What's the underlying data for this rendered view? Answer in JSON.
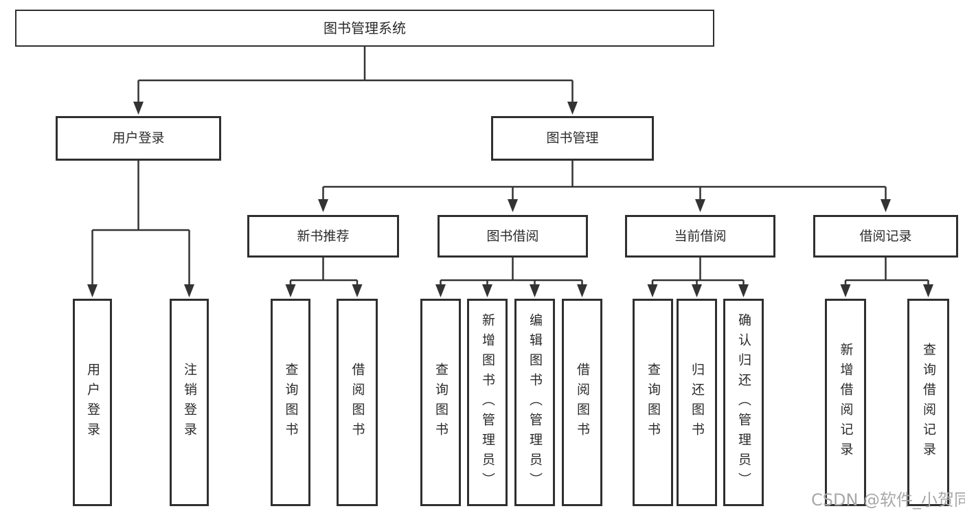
{
  "diagram": {
    "root": {
      "label": "图书管理系统",
      "children": [
        {
          "label": "用户登录",
          "children": [
            {
              "label": "用户登录"
            },
            {
              "label": "注销登录"
            }
          ]
        },
        {
          "label": "图书管理",
          "children": [
            {
              "label": "新书推荐",
              "children": [
                {
                  "label": "查询图书"
                },
                {
                  "label": "借阅图书"
                }
              ]
            },
            {
              "label": "图书借阅",
              "children": [
                {
                  "label": "查询图书"
                },
                {
                  "label": "新增图书（管理员）"
                },
                {
                  "label": "编辑图书（管理员）"
                },
                {
                  "label": "借阅图书"
                }
              ]
            },
            {
              "label": "当前借阅",
              "children": [
                {
                  "label": "查询图书"
                },
                {
                  "label": "归还图书"
                },
                {
                  "label": "确认归还（管理员）"
                }
              ]
            },
            {
              "label": "借阅记录",
              "children": [
                {
                  "label": "新增借阅记录"
                },
                {
                  "label": "查询借阅记录"
                }
              ]
            }
          ]
        }
      ]
    }
  },
  "watermark": {
    "text": "CSDN @软件_小贺同学"
  },
  "colors": {
    "line": "#333333",
    "box_border": "#2f2f2f",
    "text": "#2b2b2b",
    "watermark": "#a8a8a8",
    "background": "#ffffff"
  }
}
